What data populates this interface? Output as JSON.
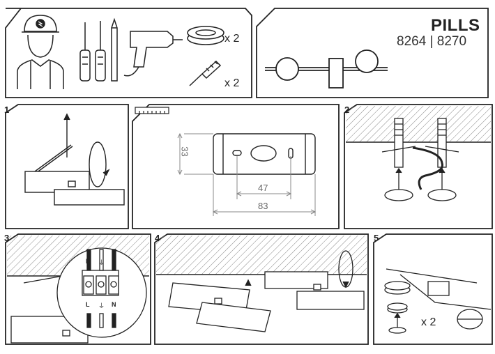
{
  "product": {
    "name": "PILLS",
    "codes": "8264 | 8270"
  },
  "tools_panel": {
    "anchor_qty": "x 2",
    "plug_qty": "x 2"
  },
  "steps": {
    "s1": "1",
    "s2": "2",
    "s3": "3",
    "s4": "4",
    "s5": "5"
  },
  "drilling_template": {
    "height": "33",
    "hole_spacing": "47",
    "width": "83"
  },
  "wiring": {
    "left_top": "L",
    "earth_top": "⏚",
    "neutral_top": "N",
    "left_bottom": "L",
    "earth_bottom": "⏚",
    "neutral_bottom": "N"
  },
  "step5": {
    "qty": "x 2"
  }
}
